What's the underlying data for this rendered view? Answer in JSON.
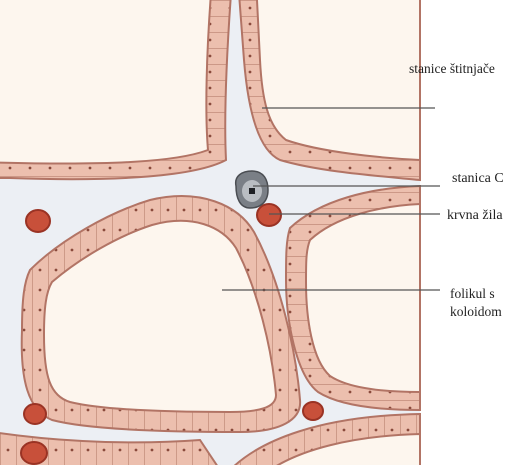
{
  "labels": {
    "thyroid_cells": "stanice štitnjače",
    "c_cell": "stanica C",
    "blood_vessel": "krvna žila",
    "follicle_line1": "folikul s",
    "follicle_line2": "koloidom"
  },
  "colors": {
    "interstitium": "#eceff4",
    "colloid": "#fdf6ee",
    "epithelium_fill": "#ecbfae",
    "epithelium_stroke": "#b27465",
    "nucleus": "#8a4a3c",
    "vessel": "#c8503a",
    "vessel_rim": "#9a3324",
    "c_cell_outer": "#7a7f86",
    "c_cell_inner": "#3a3d42",
    "leader_line": "#555555"
  }
}
